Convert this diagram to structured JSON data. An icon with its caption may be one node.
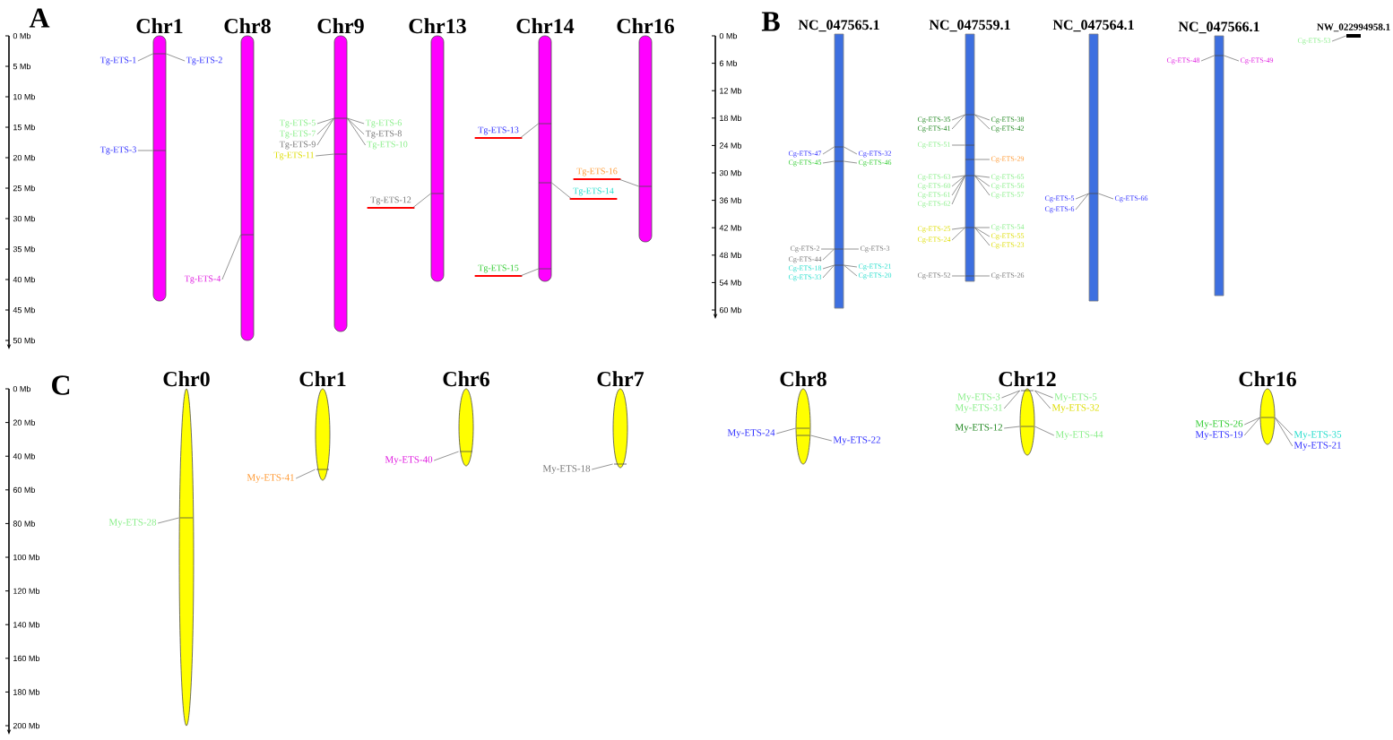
{
  "diagram": {
    "nodes": [
      {
        "text": [
          "Chr1"
        ]
      },
      {
        "text": [
          "Chr8"
        ]
      },
      {
        "text": [
          "Chr9"
        ]
      },
      {
        "text": [
          "Chr13"
        ]
      },
      {
        "text": [
          "Chr14"
        ]
      },
      {
        "text": [
          "Chr16"
        ]
      },
      {
        "text": [
          "Tg-ETS-1"
        ]
      },
      {
        "text": [
          "Tg-ETS-2"
        ]
      },
      {
        "text": [
          "Tg-ETS-3"
        ]
      },
      {
        "text": [
          "Tg-ETS-4"
        ]
      },
      {
        "text": [
          "Tg-ETS-5"
        ]
      },
      {
        "text": [
          "Tg-ETS-6"
        ]
      },
      {
        "text": [
          "Tg-ETS-7"
        ]
      },
      {
        "text": [
          "Tg-ETS-8"
        ]
      },
      {
        "text": [
          "Tg-ETS-9"
        ]
      },
      {
        "text": [
          "Tg-ETS-10"
        ]
      },
      {
        "text": [
          "Tg-ETS-11"
        ]
      },
      {
        "text": [
          "Tg-ETS-12"
        ]
      },
      {
        "text": [
          "Tg-ETS-13"
        ]
      },
      {
        "text": [
          "Tg-ETS-14"
        ]
      },
      {
        "text": [
          "Tg-ETS-15"
        ]
      },
      {
        "text": [
          "Tg-ETS-16"
        ]
      },
      {
        "text": [
          "NC_047565.1"
        ]
      },
      {
        "text": [
          "NC_047559.1"
        ]
      },
      {
        "text": [
          "NC_047564.1"
        ]
      },
      {
        "text": [
          "NC_047566.1"
        ]
      },
      {
        "text": [
          "NW_022994958.1"
        ]
      },
      {
        "text": [
          "Cg-ETS-47"
        ]
      },
      {
        "text": [
          "Cg-ETS-32"
        ]
      },
      {
        "text": [
          "Cg-ETS-45"
        ]
      },
      {
        "text": [
          "Cg-ETS-46"
        ]
      },
      {
        "text": [
          "Cg-ETS-2"
        ]
      },
      {
        "text": [
          "Cg-ETS-3"
        ]
      },
      {
        "text": [
          "Cg-ETS-44"
        ]
      },
      {
        "text": [
          "Cg-ETS-18"
        ]
      },
      {
        "text": [
          "Cg-ETS-21"
        ]
      },
      {
        "text": [
          "Cg-ETS-33"
        ]
      },
      {
        "text": [
          "Cg-ETS-20"
        ]
      },
      {
        "text": [
          "Cg-ETS-35"
        ]
      },
      {
        "text": [
          "Cg-ETS-38"
        ]
      },
      {
        "text": [
          "Cg-ETS-41"
        ]
      },
      {
        "text": [
          "Cg-ETS-42"
        ]
      },
      {
        "text": [
          "Cg-ETS-51"
        ]
      },
      {
        "text": [
          "Cg-ETS-29"
        ]
      },
      {
        "text": [
          "Cg-ETS-63"
        ]
      },
      {
        "text": [
          "Cg-ETS-65"
        ]
      },
      {
        "text": [
          "Cg-ETS-60"
        ]
      },
      {
        "text": [
          "Cg-ETS-56"
        ]
      },
      {
        "text": [
          "Cg-ETS-61"
        ]
      },
      {
        "text": [
          "Cg-ETS-57"
        ]
      },
      {
        "text": [
          "Cg-ETS-62"
        ]
      },
      {
        "text": [
          "Cg-ETS-25"
        ]
      },
      {
        "text": [
          "Cg-ETS-54"
        ]
      },
      {
        "text": [
          "Cg-ETS-24"
        ]
      },
      {
        "text": [
          "Cg-ETS-55"
        ]
      },
      {
        "text": [
          "Cg-ETS-23"
        ]
      },
      {
        "text": [
          "Cg-ETS-52"
        ]
      },
      {
        "text": [
          "Cg-ETS-26"
        ]
      },
      {
        "text": [
          "Cg-ETS-5"
        ]
      },
      {
        "text": [
          "Cg-ETS-66"
        ]
      },
      {
        "text": [
          "Cg-ETS-6"
        ]
      },
      {
        "text": [
          "Cg-ETS-48"
        ]
      },
      {
        "text": [
          "Cg-ETS-49"
        ]
      },
      {
        "text": [
          "Cg-ETS-53"
        ]
      },
      {
        "text": [
          "Chr0"
        ]
      },
      {
        "text": [
          "Chr1"
        ]
      },
      {
        "text": [
          "Chr6"
        ]
      },
      {
        "text": [
          "Chr7"
        ]
      },
      {
        "text": [
          "Chr8"
        ]
      },
      {
        "text": [
          "Chr12"
        ]
      },
      {
        "text": [
          "Chr16"
        ]
      },
      {
        "text": [
          "My-ETS-28"
        ]
      },
      {
        "text": [
          "My-ETS-41"
        ]
      },
      {
        "text": [
          "My-ETS-40"
        ]
      },
      {
        "text": [
          "My-ETS-18"
        ]
      },
      {
        "text": [
          "My-ETS-24"
        ]
      },
      {
        "text": [
          "My-ETS-22"
        ]
      },
      {
        "text": [
          "My-ETS-3"
        ]
      },
      {
        "text": [
          "My-ETS-5"
        ]
      },
      {
        "text": [
          "My-ETS-31"
        ]
      },
      {
        "text": [
          "My-ETS-32"
        ]
      },
      {
        "text": [
          "My-ETS-12"
        ]
      },
      {
        "text": [
          "My-ETS-44"
        ]
      },
      {
        "text": [
          "My-ETS-26"
        ]
      },
      {
        "text": [
          "My-ETS-35"
        ]
      },
      {
        "text": [
          "My-ETS-19"
        ]
      },
      {
        "text": [
          "My-ETS-21"
        ]
      }
    ],
    "edges": [
      {
        "from": 6,
        "to": 0,
        "arrow": "none"
      },
      {
        "from": 7,
        "to": 0,
        "arrow": "none"
      },
      {
        "from": 8,
        "to": 0,
        "arrow": "none"
      },
      {
        "from": 9,
        "to": 1,
        "arrow": "none"
      },
      {
        "from": 10,
        "to": 2,
        "arrow": "none"
      },
      {
        "from": 11,
        "to": 2,
        "arrow": "none"
      },
      {
        "from": 12,
        "to": 2,
        "arrow": "none"
      },
      {
        "from": 13,
        "to": 2,
        "arrow": "none"
      },
      {
        "from": 14,
        "to": 2,
        "arrow": "none"
      },
      {
        "from": 15,
        "to": 2,
        "arrow": "none"
      },
      {
        "from": 16,
        "to": 2,
        "arrow": "none"
      },
      {
        "from": 17,
        "to": 3,
        "arrow": "none"
      },
      {
        "from": 18,
        "to": 4,
        "arrow": "none"
      },
      {
        "from": 19,
        "to": 4,
        "arrow": "none"
      },
      {
        "from": 20,
        "to": 4,
        "arrow": "none"
      },
      {
        "from": 21,
        "to": 5,
        "arrow": "none"
      },
      {
        "from": 27,
        "to": 22,
        "arrow": "none"
      },
      {
        "from": 28,
        "to": 22,
        "arrow": "none"
      },
      {
        "from": 29,
        "to": 22,
        "arrow": "none"
      },
      {
        "from": 30,
        "to": 22,
        "arrow": "none"
      },
      {
        "from": 31,
        "to": 22,
        "arrow": "none"
      },
      {
        "from": 32,
        "to": 22,
        "arrow": "none"
      },
      {
        "from": 33,
        "to": 22,
        "arrow": "none"
      },
      {
        "from": 34,
        "to": 22,
        "arrow": "none"
      },
      {
        "from": 35,
        "to": 22,
        "arrow": "none"
      },
      {
        "from": 36,
        "to": 22,
        "arrow": "none"
      },
      {
        "from": 37,
        "to": 22,
        "arrow": "none"
      },
      {
        "from": 38,
        "to": 23,
        "arrow": "none"
      },
      {
        "from": 39,
        "to": 23,
        "arrow": "none"
      },
      {
        "from": 40,
        "to": 23,
        "arrow": "none"
      },
      {
        "from": 41,
        "to": 23,
        "arrow": "none"
      },
      {
        "from": 42,
        "to": 23,
        "arrow": "none"
      },
      {
        "from": 43,
        "to": 23,
        "arrow": "none"
      },
      {
        "from": 44,
        "to": 23,
        "arrow": "none"
      },
      {
        "from": 45,
        "to": 23,
        "arrow": "none"
      },
      {
        "from": 46,
        "to": 23,
        "arrow": "none"
      },
      {
        "from": 47,
        "to": 23,
        "arrow": "none"
      },
      {
        "from": 48,
        "to": 23,
        "arrow": "none"
      },
      {
        "from": 49,
        "to": 23,
        "arrow": "none"
      },
      {
        "from": 50,
        "to": 23,
        "arrow": "none"
      },
      {
        "from": 51,
        "to": 23,
        "arrow": "none"
      },
      {
        "from": 52,
        "to": 23,
        "arrow": "none"
      },
      {
        "from": 53,
        "to": 23,
        "arrow": "none"
      },
      {
        "from": 54,
        "to": 23,
        "arrow": "none"
      },
      {
        "from": 55,
        "to": 23,
        "arrow": "none"
      },
      {
        "from": 56,
        "to": 23,
        "arrow": "none"
      },
      {
        "from": 57,
        "to": 23,
        "arrow": "none"
      },
      {
        "from": 58,
        "to": 24,
        "arrow": "none"
      },
      {
        "from": 59,
        "to": 24,
        "arrow": "none"
      },
      {
        "from": 60,
        "to": 24,
        "arrow": "none"
      },
      {
        "from": 61,
        "to": 25,
        "arrow": "none"
      },
      {
        "from": 62,
        "to": 25,
        "arrow": "none"
      },
      {
        "from": 63,
        "to": 26,
        "arrow": "none"
      },
      {
        "from": 71,
        "to": 64,
        "arrow": "none"
      },
      {
        "from": 72,
        "to": 65,
        "arrow": "none"
      },
      {
        "from": 73,
        "to": 66,
        "arrow": "none"
      },
      {
        "from": 74,
        "to": 67,
        "arrow": "none"
      },
      {
        "from": 75,
        "to": 68,
        "arrow": "none"
      },
      {
        "from": 76,
        "to": 68,
        "arrow": "none"
      },
      {
        "from": 77,
        "to": 69,
        "arrow": "none"
      },
      {
        "from": 78,
        "to": 69,
        "arrow": "none"
      },
      {
        "from": 79,
        "to": 69,
        "arrow": "none"
      },
      {
        "from": 80,
        "to": 69,
        "arrow": "none"
      },
      {
        "from": 81,
        "to": 69,
        "arrow": "none"
      },
      {
        "from": 82,
        "to": 69,
        "arrow": "none"
      },
      {
        "from": 83,
        "to": 70,
        "arrow": "none"
      },
      {
        "from": 84,
        "to": 70,
        "arrow": "none"
      },
      {
        "from": 85,
        "to": 70,
        "arrow": "none"
      },
      {
        "from": 86,
        "to": 70,
        "arrow": "none"
      }
    ],
    "labels": [
      "A",
      "0 Mb",
      "5 Mb",
      "10 Mb",
      "15 Mb",
      "20 Mb",
      "25 Mb",
      "30 Mb",
      "35 Mb",
      "40 Mb",
      "45 Mb",
      "50 Mb",
      "B",
      "0 Mb",
      "6 Mb",
      "12 Mb",
      "18 Mb",
      "24 Mb",
      "30 Mb",
      "36 Mb",
      "42 Mb",
      "48 Mb",
      "54 Mb",
      "60 Mb",
      "C",
      "0 Mb",
      "20 Mb",
      "40 Mb",
      "60 Mb",
      "80 Mb",
      "100 Mb",
      "120 Mb",
      "140 Mb",
      "160 Mb",
      "180 Mb",
      "200 Mb"
    ]
  }
}
